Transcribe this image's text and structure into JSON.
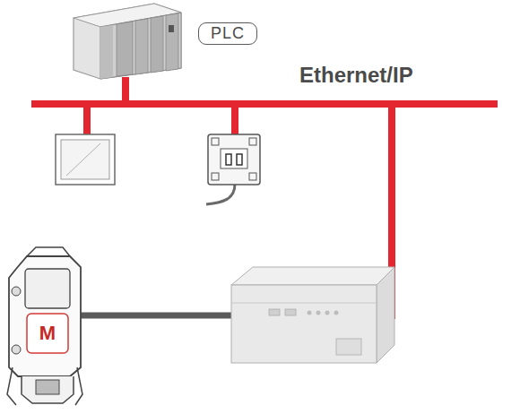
{
  "diagram": {
    "nodes": [
      {
        "text": [
          "PLC"
        ]
      }
    ],
    "labels": [
      "Ethernet/IP",
      "M"
    ]
  }
}
